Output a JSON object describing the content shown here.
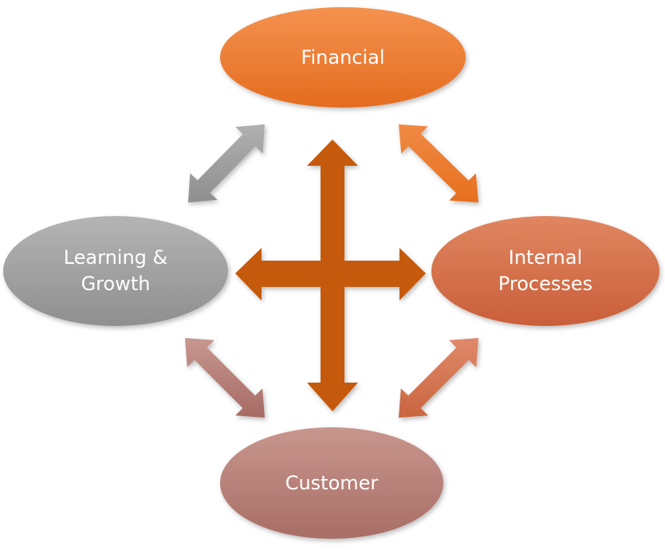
{
  "nodes": {
    "financial": {
      "label": "Financial"
    },
    "learning": {
      "line1": "Learning &",
      "line2": "Growth"
    },
    "internal": {
      "line1": "Internal",
      "line2": "Processes"
    },
    "customer": {
      "label": "Customer"
    }
  },
  "colors": {
    "financial": "#ED7D31",
    "learning": "#A5A5A5",
    "internal": "#D9714A",
    "customer": "#B9827A",
    "cross": "#C55A11"
  }
}
